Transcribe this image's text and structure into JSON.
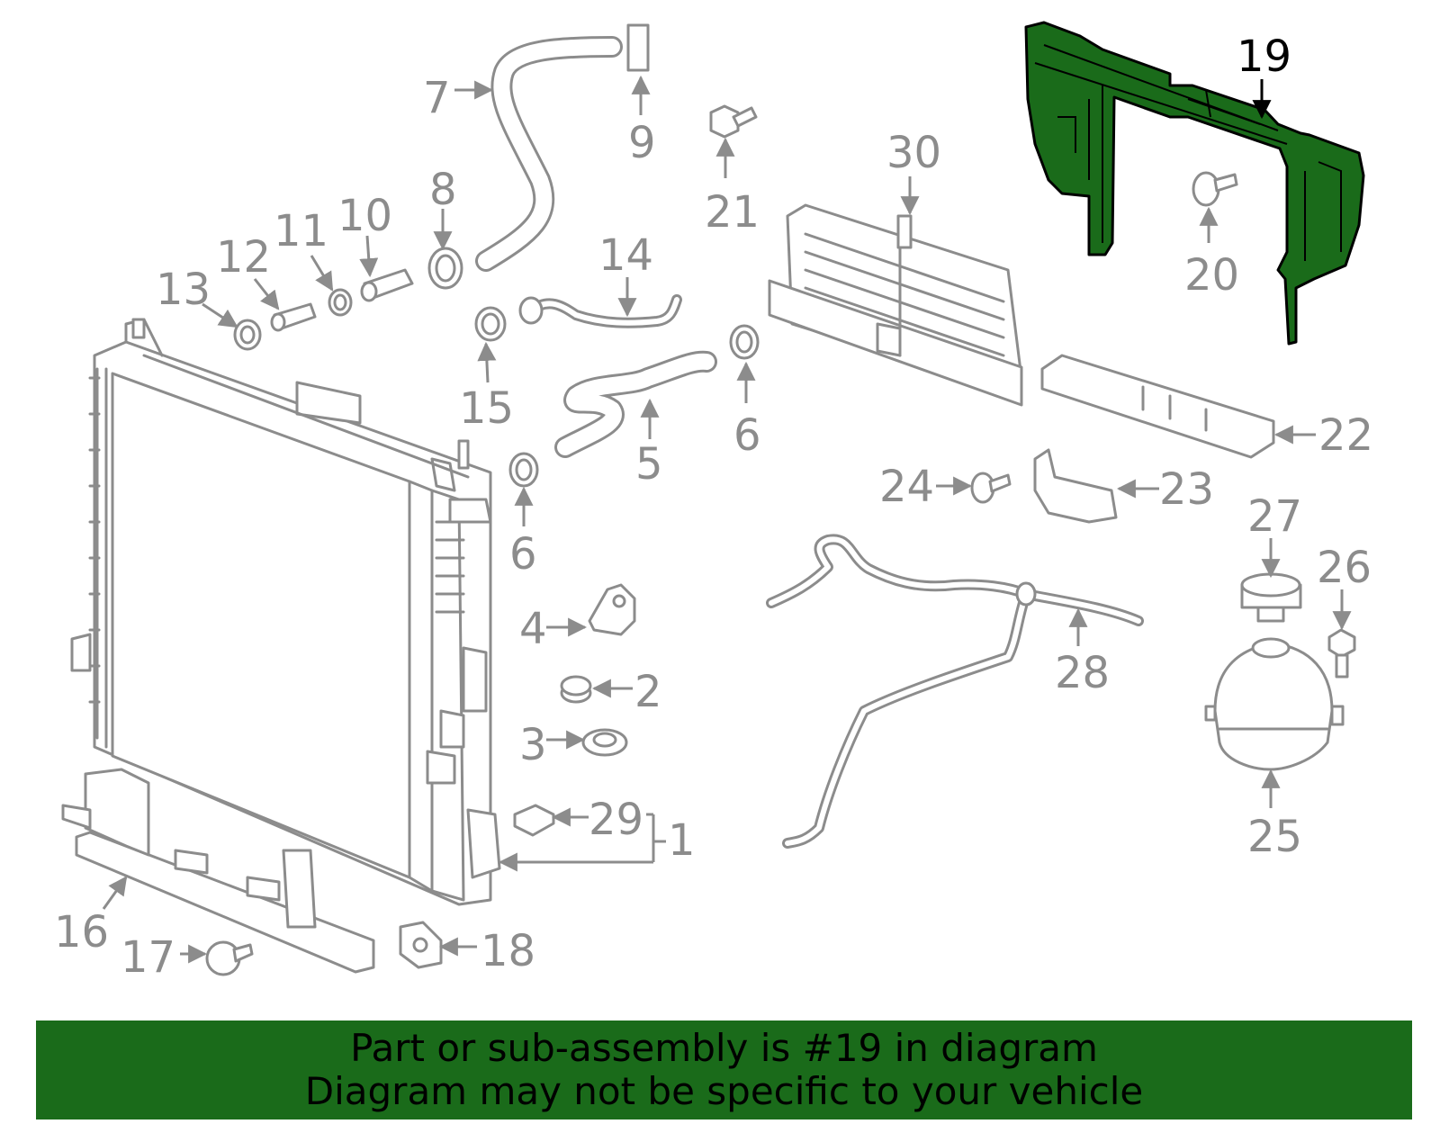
{
  "diagram": {
    "highlighted_part": "19",
    "highlight_color": "#1a6b1a",
    "labels": {
      "p1": "1",
      "p2": "2",
      "p3": "3",
      "p4": "4",
      "p5": "5",
      "p6a": "6",
      "p6b": "6",
      "p7": "7",
      "p8": "8",
      "p9": "9",
      "p10": "10",
      "p11": "11",
      "p12": "12",
      "p13": "13",
      "p14": "14",
      "p15": "15",
      "p16": "16",
      "p17": "17",
      "p18": "18",
      "p19": "19",
      "p20": "20",
      "p21": "21",
      "p22": "22",
      "p23": "23",
      "p24": "24",
      "p25": "25",
      "p26": "26",
      "p27": "27",
      "p28": "28",
      "p29": "29",
      "p30": "30"
    }
  },
  "banner": {
    "line1": "Part or sub-assembly is #19 in diagram",
    "line2": "Diagram may not be specific to your vehicle"
  }
}
